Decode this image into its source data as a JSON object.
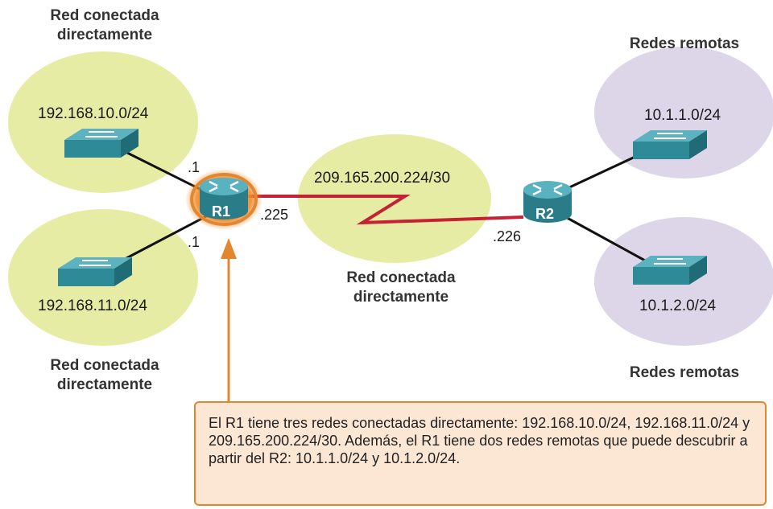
{
  "headings": {
    "top_left": [
      "Red conectada",
      "directamente"
    ],
    "bottom_left": [
      "Red conectada",
      "directamente"
    ],
    "center": [
      "Red conectada",
      "directamente"
    ],
    "top_right": "Redes remotas",
    "bottom_right": "Redes remotas"
  },
  "networks": {
    "lan1": "192.168.10.0/24",
    "lan2": "192.168.11.0/24",
    "wan": "209.165.200.224/30",
    "remote1": "10.1.1.0/24",
    "remote2": "10.1.2.0/24"
  },
  "routers": {
    "r1": "R1",
    "r2": "R2"
  },
  "interfaces": {
    "r1_lan1": ".1",
    "r1_lan2": ".1",
    "r1_wan": ".225",
    "r2_wan": ".226"
  },
  "callout": "El R1 tiene tres redes conectadas directamente: 192.168.10.0/24, 192.168.11.0/24 y 209.165.200.224/30. Además, el R1 tiene dos redes remotas que puede descubrir a partir del R2: 10.1.1.0/24 y 10.1.2.0/24.",
  "colors": {
    "connected_network": "#e6eca4",
    "remote_network": "#dcd6e8",
    "device_teal": "#2f8a97",
    "serial_link": "#c62035",
    "highlight_orange": "#e2872f",
    "callout_fill": "#fce6d4"
  }
}
